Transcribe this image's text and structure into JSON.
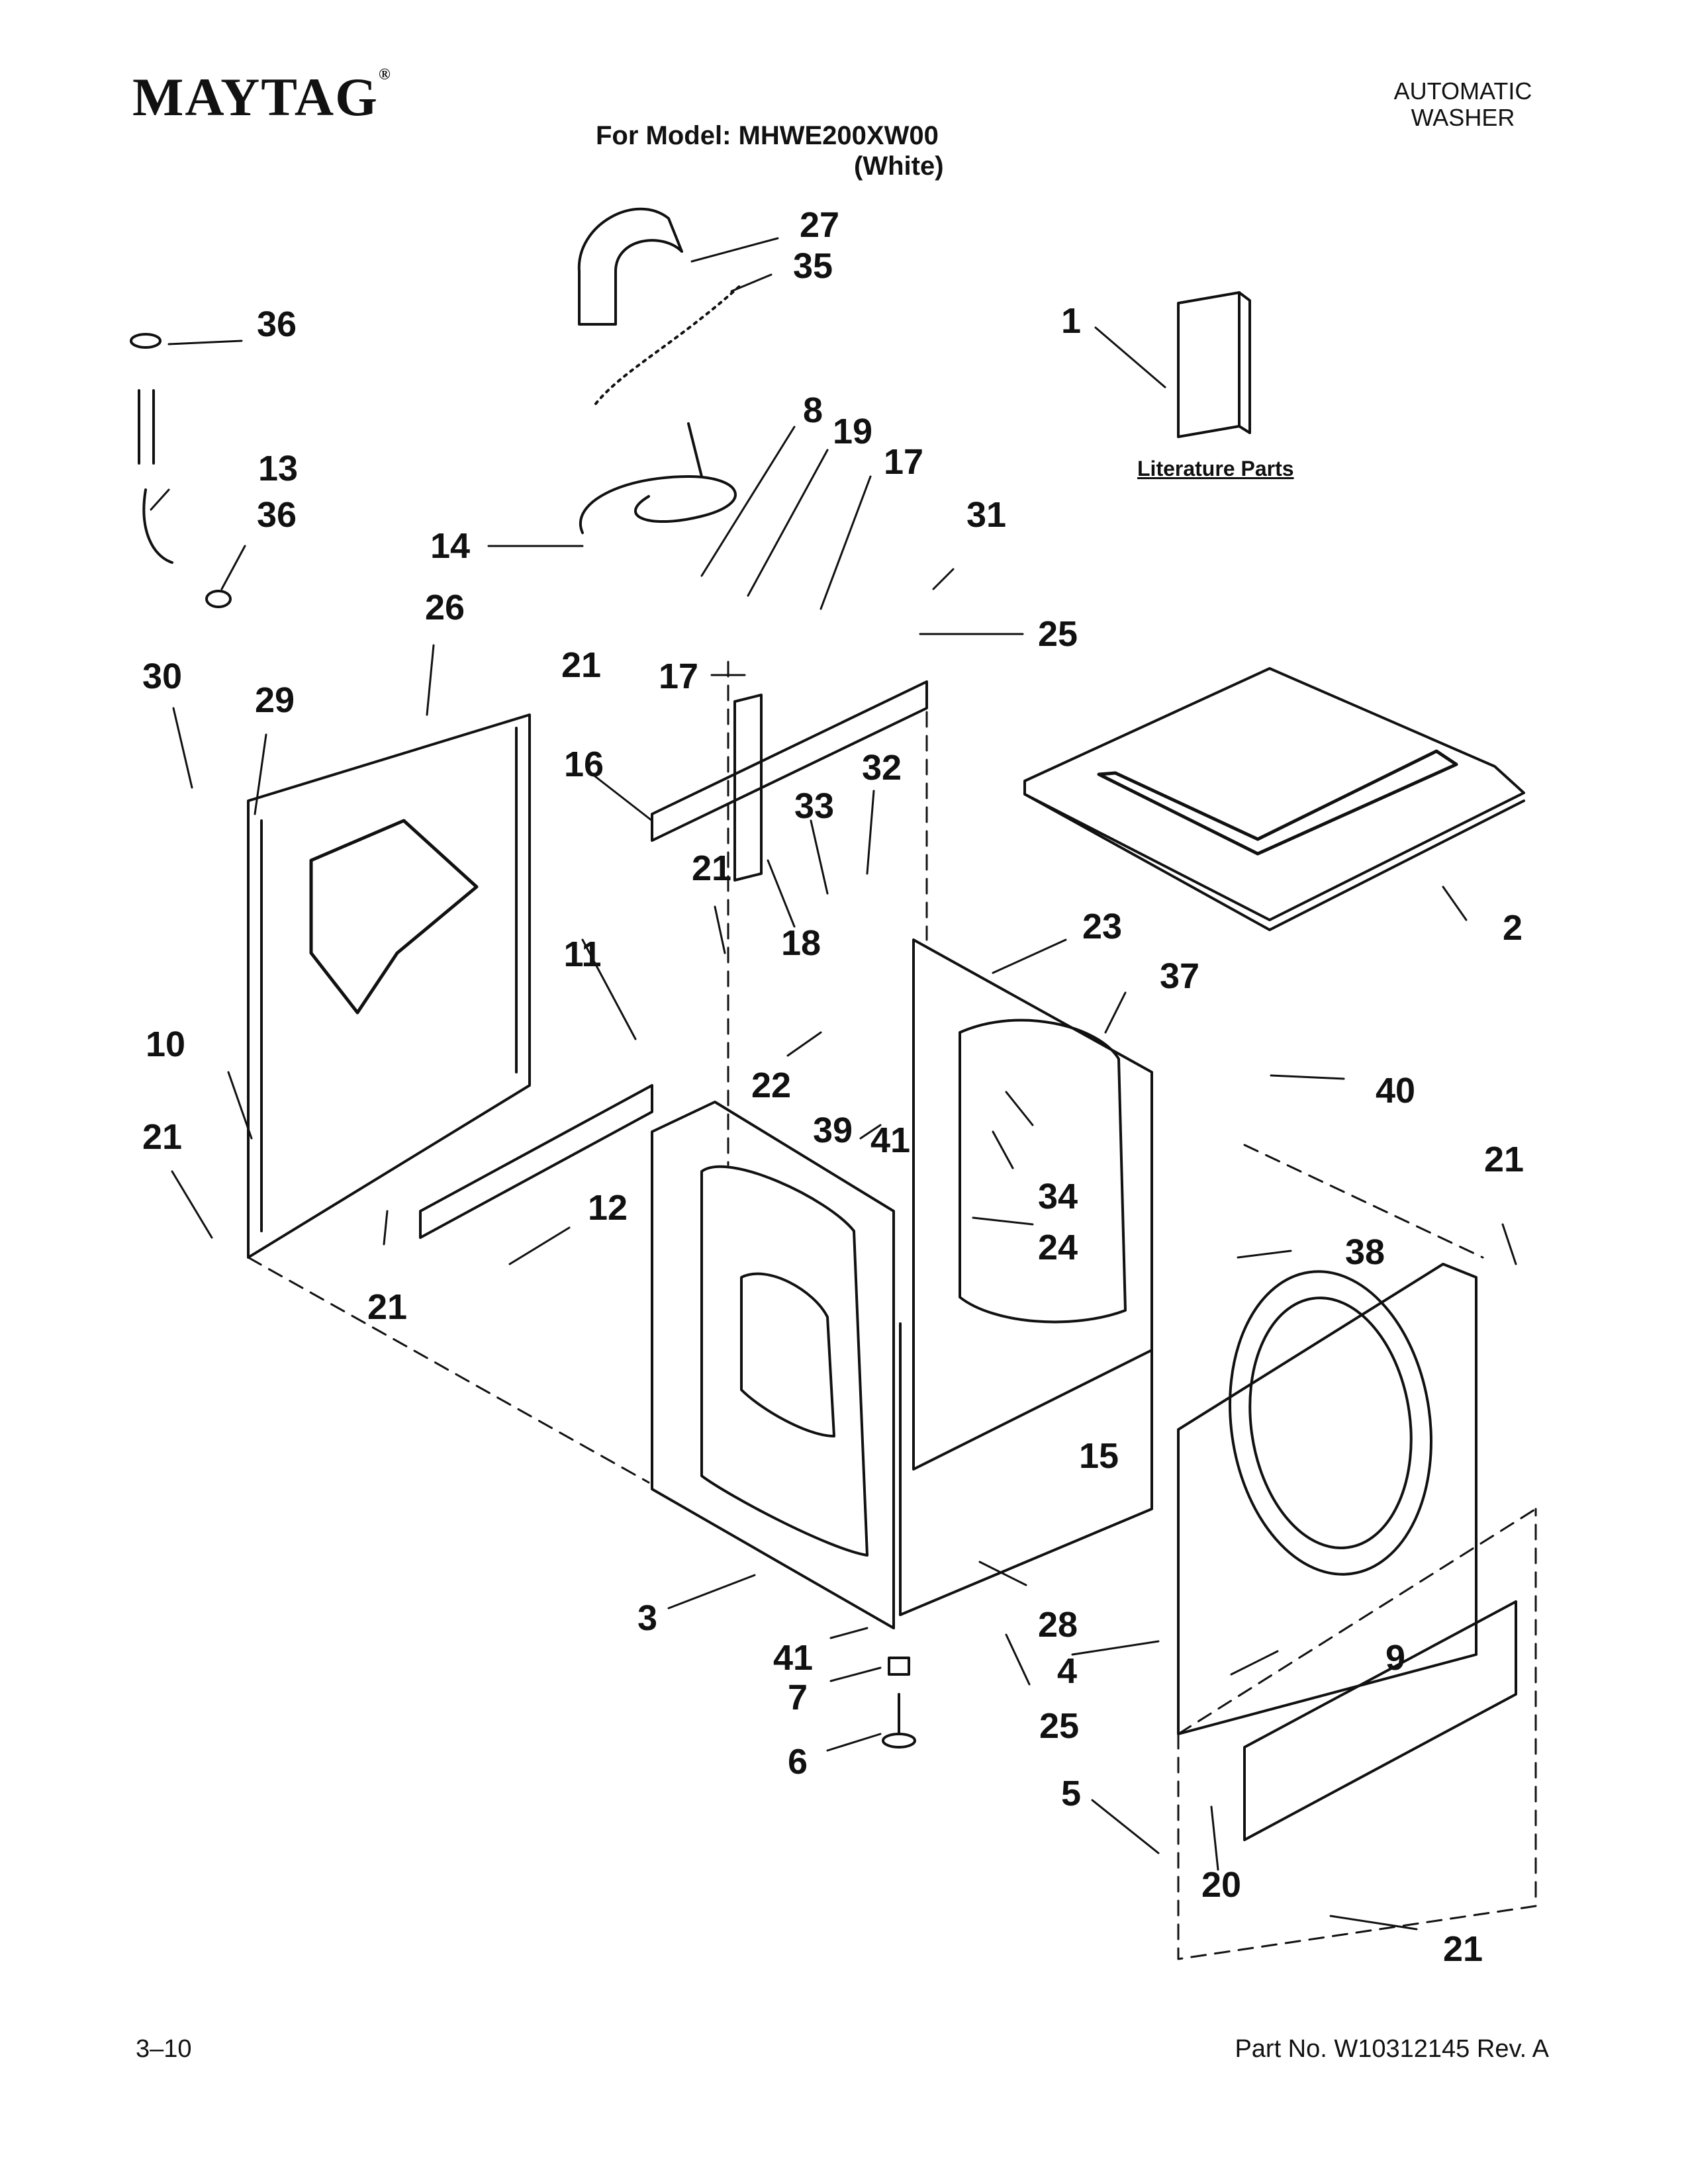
{
  "header": {
    "brand": "MAYTAG",
    "brand_mark": "®",
    "product_line1": "AUTOMATIC",
    "product_line2": "WASHER",
    "model_line1": "For Model: MHWE200XW00",
    "model_line2": "(White)"
  },
  "literature_label": "Literature Parts",
  "callouts": [
    "27",
    "35",
    "36",
    "1",
    "8",
    "19",
    "17",
    "13",
    "36",
    "14",
    "31",
    "26",
    "25",
    "30",
    "29",
    "21",
    "17",
    "16",
    "32",
    "33",
    "21",
    "18",
    "23",
    "2",
    "11",
    "37",
    "10",
    "22",
    "40",
    "39",
    "41",
    "21",
    "34",
    "12",
    "21",
    "24",
    "38",
    "21",
    "15",
    "3",
    "28",
    "41",
    "4",
    "9",
    "7",
    "25",
    "6",
    "5",
    "20",
    "21"
  ],
  "footer": {
    "page": "3–10",
    "part_no": "Part No. W10312145 Rev. A"
  }
}
